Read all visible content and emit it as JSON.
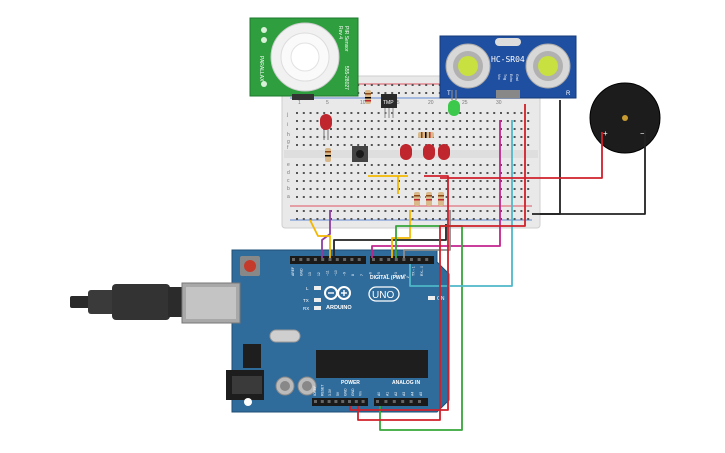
{
  "pir_sensor": {
    "label_lines": [
      "PIR Sensor",
      "Rev 4",
      "PARALLAX",
      "555-28027"
    ],
    "color": "#2e9e3e"
  },
  "ultrasonic": {
    "model": "HC-SR04",
    "pins": [
      "Vcc",
      "Trig",
      "Echo",
      "Gnd"
    ],
    "t_label": "T",
    "r_label": "R",
    "color": "#1f4fa0"
  },
  "temp_sensor": {
    "label": "TMP"
  },
  "buzzer": {
    "plus": "+",
    "minus": "−"
  },
  "breadboard": {
    "row_letters_top": [
      "j",
      "i",
      "h",
      "g",
      "f"
    ],
    "row_letters_bottom": [
      "e",
      "d",
      "c",
      "b",
      "a"
    ],
    "column_numbers": [
      "1",
      "5",
      "10",
      "15",
      "20",
      "25",
      "30"
    ]
  },
  "arduino": {
    "brand": "ARDUINO",
    "model": "UNO",
    "digital_label": "DIGITAL (PWM ~)",
    "power_label": "POWER",
    "analog_label": "ANALOG IN",
    "on_label": "ON",
    "l_label": "L",
    "tx_label": "TX",
    "rx_label": "RX",
    "top_pins": [
      "AREF",
      "GND",
      "13",
      "12",
      "~11",
      "~10",
      "~9",
      "8",
      "7",
      "~6",
      "~5",
      "4",
      "~3",
      "2",
      "TX→1",
      "RX←0"
    ],
    "power_pins": [
      "IOREF",
      "RESET",
      "3.3V",
      "5V",
      "GND",
      "GND",
      "Vin"
    ],
    "analog_pins": [
      "A0",
      "A1",
      "A2",
      "A3",
      "A4",
      "A5"
    ],
    "board_color": "#2f6b9b"
  },
  "wire_colors": {
    "red": "#d0202a",
    "black": "#222222",
    "yellow": "#f2b800",
    "purple": "#8e3fa3",
    "magenta": "#c2238f",
    "green": "#36a63a",
    "cyan": "#4fb8c8",
    "gray": "#8c8c8c"
  }
}
